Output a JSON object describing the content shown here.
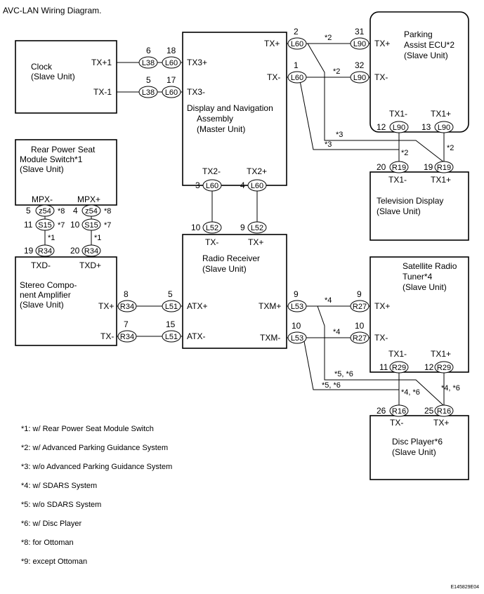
{
  "title": "AVC-LAN Wiring Diagram.",
  "figure_id": "E145829E04",
  "units": {
    "clock": {
      "line1": "Clock",
      "line2": "(Slave Unit)",
      "pins": [
        "TX+1",
        "TX-1"
      ]
    },
    "rear_seat": {
      "line1": "Rear Power Seat",
      "line2": "Module Switch*1",
      "line3": "(Slave Unit)",
      "pins": [
        "MPX-",
        "MPX+"
      ]
    },
    "amplifier": {
      "line1": "Stereo Compo-",
      "line2": "nent Amplifier",
      "line3": "(Slave Unit)",
      "pins": [
        "TXD-",
        "TXD+",
        "TX+",
        "TX-"
      ]
    },
    "display": {
      "line1": "Display and Navigation",
      "line2": "Assembly",
      "line3": "(Master Unit)",
      "pins": [
        "TX3+",
        "TX3-",
        "TX+",
        "TX-",
        "TX2-",
        "TX2+"
      ]
    },
    "radio": {
      "line1": "Radio Receiver",
      "line2": "(Slave Unit)",
      "pins": [
        "TX-",
        "TX+",
        "ATX+",
        "ATX-",
        "TXM+",
        "TXM-"
      ]
    },
    "parking": {
      "line1": "Parking",
      "line2": "Assist ECU*2",
      "line3": "(Slave Unit)",
      "pins": [
        "TX+",
        "TX-",
        "TX1-",
        "TX1+"
      ]
    },
    "tv": {
      "line1": "Television Display",
      "line2": "(Slave Unit)",
      "pins": [
        "TX1-",
        "TX1+"
      ]
    },
    "satellite": {
      "line1": "Satellite Radio",
      "line2": "Tuner*4",
      "line3": "(Slave Unit)",
      "pins": [
        "TX+",
        "TX-",
        "TX1-",
        "TX1+"
      ]
    },
    "disc": {
      "line1": "Disc Player*6",
      "line2": "(Slave Unit)",
      "pins": [
        "TX-",
        "TX+"
      ]
    }
  },
  "connectors": {
    "l38": "L38",
    "l60": "L60",
    "l90": "L90",
    "r19": "R19",
    "z54": "z54",
    "s15": "S15",
    "r34": "R34",
    "l52": "L52",
    "l51": "L51",
    "l53": "L53",
    "r27": "R27",
    "r29": "R29",
    "r16": "R16"
  },
  "pin_numbers": {
    "clk_a": "6",
    "clk_b": "5",
    "dsp_a": "18",
    "dsp_b": "17",
    "dsp_tx_p": "2",
    "dsp_tx_m": "1",
    "pa_tx_p": "31",
    "pa_tx_m": "32",
    "pa_tx1_m": "12",
    "pa_tx1_p": "13",
    "tv_tx1_m": "20",
    "tv_tx1_p": "19",
    "dsp_tx2_m": "3",
    "dsp_tx2_p": "4",
    "rad_tx_m": "10",
    "rad_tx_p": "9",
    "rs_z54_a": "5",
    "rs_z54_b": "4",
    "rs_s15_a": "11",
    "rs_s15_b": "10",
    "amp_r34_a": "19",
    "amp_r34_b": "20",
    "amp_tx_p": "8",
    "amp_tx_m": "7",
    "rad_atx_p": "5",
    "rad_atx_m": "15",
    "rad_txm_p": "9",
    "rad_txm_m": "10",
    "sat_tx_p": "9",
    "sat_tx_m": "10",
    "sat_tx1_m": "11",
    "sat_tx1_p": "12",
    "disc_tx_m": "26",
    "disc_tx_p": "25"
  },
  "wire_notes": {
    "n2": "*2",
    "n3": "*3",
    "n4": "*4",
    "n56": "*5, *6",
    "n46": "*4, *6",
    "n8": "*8",
    "n7": "*7",
    "n1": "*1"
  },
  "legend": [
    "*1: w/ Rear Power Seat Module Switch",
    "*2: w/ Advanced Parking Guidance System",
    "*3: w/o Advanced Parking Guidance System",
    "*4: w/ SDARS System",
    "*5: w/o SDARS System",
    "*6: w/ Disc Player",
    "*8: for Ottoman",
    "*9: except Ottoman"
  ]
}
